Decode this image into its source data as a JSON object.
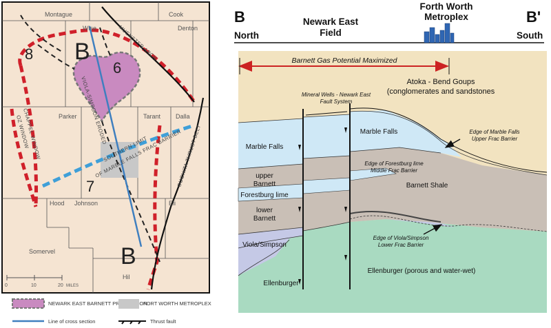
{
  "map": {
    "counties": {
      "montague": "Montague",
      "cook": "Cook",
      "wise": "Wise",
      "denton": "Denton",
      "parker": "Parker",
      "tarrant": "Tarant",
      "dallas": "Dalla",
      "hood": "Hood",
      "johnson": "Johnson",
      "ellis": "Eli",
      "somervell": "Somervel",
      "hill": "Hil"
    },
    "region_labels": {
      "b_top": "B",
      "b_bottom": "B",
      "eight": "8",
      "six": "6",
      "seven": "7"
    },
    "rotated_labels": {
      "muenster_arch": "MUENSTER ARCH",
      "viola_simpson_eroded": "VIOLA-SIMPSON ERODED",
      "southern_limit": "SOUTHERN LIMIT",
      "marble_falls_barrier": "OF MARBLE FALLS FRAC BARRIER",
      "ouachita_thrust_belt": "OUCHITA THRUST BELT",
      "chappel_window": "CHAPPEL WINDOW",
      "ozark_window": "OZ WINDOW"
    },
    "scale": {
      "zero": "0",
      "ten": "10",
      "twenty": "20",
      "unit": "MILES"
    }
  },
  "legend": {
    "production": "NEWARK EAST BARNETT PRODUCTION",
    "metroplex": "FORT WORTH METROPLEX",
    "cross_section": "Line of cross section",
    "thrust_fault": "Thrust fault"
  },
  "section": {
    "b_left": "B",
    "b_right": "B'",
    "north": "North",
    "south": "South",
    "newark_line1": "Newark East",
    "newark_line2": "Field",
    "fw_line1": "Forth Worth",
    "fw_line2": "Metroplex",
    "barnett_potential": "Barnett Gas Potential Maximized",
    "atoka_line1": "Atoka - Bend Goups",
    "atoka_line2": "(conglomerates and sandstones",
    "mineral_wells_line1": "Mineral Wells - Newark East",
    "mineral_wells_line2": "Fault System",
    "marble_falls_left": "Marble Falls",
    "marble_falls_right": "Marble Falls",
    "upper_barnett_1": "upper",
    "upper_barnett_2": "Barnett",
    "forestburg": "Forestburg lime",
    "lower_barnett_1": "lower",
    "lower_barnett_2": "Barnett",
    "barnett_shale": "Barnett Shale",
    "viola_simpson": "Viola/Simpson",
    "ellenburger_left": "Ellenburger",
    "ellenburger_right": "Ellenburger (porous and water-wet)",
    "edge_marble_1": "Edge of Marble Falls",
    "edge_marble_2": "Upper Frac Barrier",
    "edge_forestburg_1": "Edge of Forestburg lime",
    "edge_forestburg_2": "Middle Frac Barrier",
    "edge_viola_1": "Edge of Viola/Simpson",
    "edge_viola_2": "Lower Frac Barrier"
  },
  "colors": {
    "map_background": "#f5e4d2",
    "production_fill": "#c98ac0",
    "metroplex_fill": "#c8c8c8",
    "cross_section_line": "#3f7fbf",
    "red_dash": "#d0202a",
    "blue_dash": "#3f9fd8",
    "atoka": "#f2e3c0",
    "marble_falls": "#cfe8f6",
    "barnett": "#c9bfb6",
    "viola_simpson": "#c5c9e6",
    "ellenburger": "#a9dac1",
    "red_arrow": "#cc2222",
    "metroplex_bars": "#2f66b3"
  }
}
